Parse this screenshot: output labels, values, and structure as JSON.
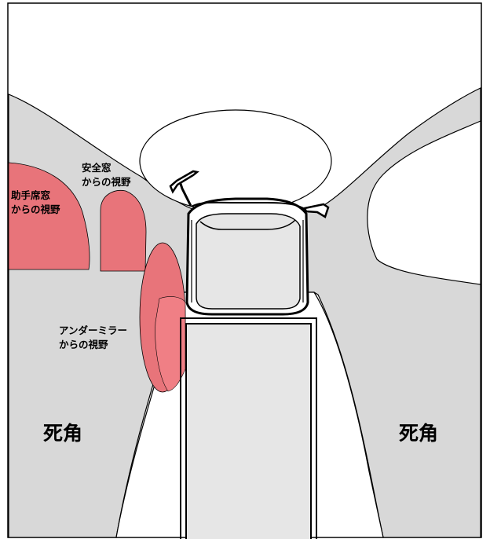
{
  "labels": {
    "passenger_window": [
      "助手席窓",
      "からの視野"
    ],
    "safety_window": [
      "安全窓",
      "からの視野"
    ],
    "under_mirror": [
      "アンダーミラー",
      "からの視野"
    ],
    "blind_spot_left": "死角",
    "blind_spot_right": "死角"
  },
  "colors": {
    "blind_zone": "#d8d8d8",
    "view_zone": "#e8747a",
    "view_zone_overlap": "#f07f85",
    "blind_spot_text": "#ff0000",
    "outline": "#000000"
  }
}
